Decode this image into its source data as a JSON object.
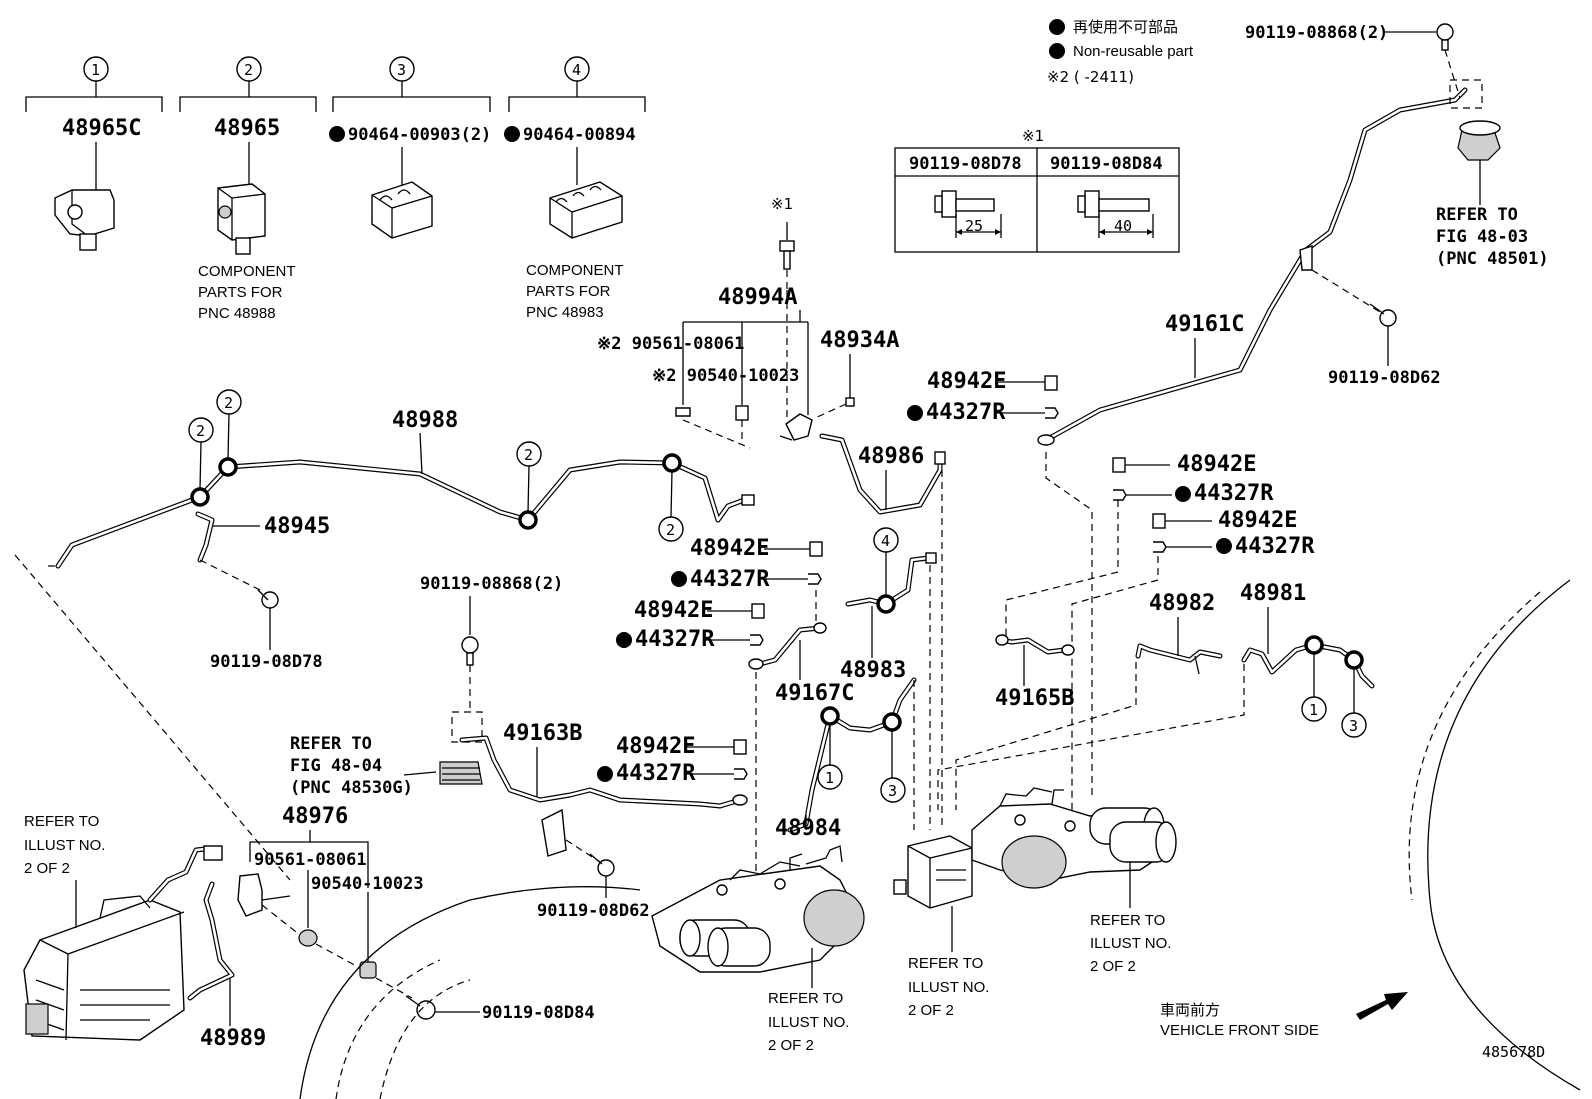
{
  "drawing_id": "485678D",
  "legend": {
    "jp": "再使用不可部品",
    "en": "Non-reusable part",
    "note2": "※2 (       -2411)"
  },
  "variants": {
    "mark": "※1",
    "table_headers": [
      "90119-08D78",
      "90119-08D84"
    ],
    "dims": [
      "25",
      "40"
    ]
  },
  "circle_numbers": [
    "1",
    "2",
    "3",
    "4"
  ],
  "top_parts": [
    {
      "code": "48965C",
      "note": ""
    },
    {
      "code": "48965",
      "note_lines": [
        "COMPONENT",
        "PARTS FOR",
        "PNC 48988"
      ]
    },
    {
      "code": "90464-00903(2)"
    },
    {
      "code": "90464-00894",
      "note_lines": [
        "COMPONENT",
        "PARTS FOR",
        "PNC 48983"
      ]
    }
  ],
  "labels": {
    "p48988": "48988",
    "p48945": "48945",
    "p90119_08D78": "90119-08D78",
    "p48994A": "48994A",
    "p48934A": "48934A",
    "p90561_top": "※2 90561-08061",
    "p90540_top": "※2 90540-10023",
    "mark1": "※1",
    "p48986": "48986",
    "p48942E_a": "48942E",
    "p44327R_a": "44327R",
    "p48942E_b": "48942E",
    "p44327R_b": "44327R",
    "p48942E_c": "48942E",
    "p44327R_c": "44327R",
    "p48942E_d": "48942E",
    "p44327R_d": "44327R",
    "p48942E_e": "48942E",
    "p44327R_e": "44327R",
    "p48942E_f": "48942E",
    "p44327R_f": "44327R",
    "p48983": "48983",
    "p49167C": "49167C",
    "p90119_08868_mid": "90119-08868(2)",
    "p49163B": "49163B",
    "p48976": "48976",
    "p90561_bot": "90561-08061",
    "p90540_bot": "90540-10023",
    "p90119_08D62_mid": "90119-08D62",
    "p90119_08D84": "90119-08D84",
    "p48989": "48989",
    "p48984": "48984",
    "p49161C": "49161C",
    "p90119_08868_top": "90119-08868(2)",
    "p90119_08D62_right": "90119-08D62",
    "p49165B": "49165B",
    "p48982": "48982",
    "p48981": "48981",
    "front_jp": "車両前方",
    "front_en": "VEHICLE FRONT SIDE"
  },
  "refer_fig_48_03": [
    "REFER TO",
    "FIG 48-03",
    "(PNC 48501)"
  ],
  "refer_fig_48_04": [
    "REFER TO",
    "FIG 48-04",
    "(PNC 48530G)"
  ],
  "refer_illust": [
    "REFER TO",
    "ILLUST NO.",
    "2 OF 2"
  ]
}
